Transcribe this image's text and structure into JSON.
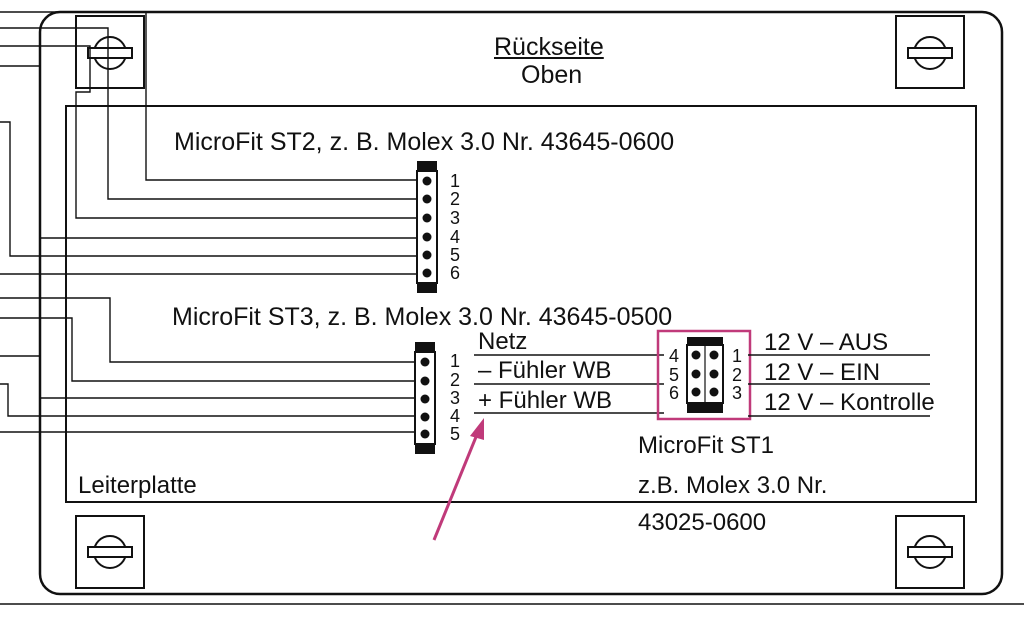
{
  "header": {
    "title": "Rückseite",
    "subtitle": "Oben"
  },
  "board_label": "Leiterplatte",
  "st2": {
    "label": "MicroFit ST2, z. B. Molex 3.0 Nr. 43645-0600",
    "pins": [
      "1",
      "2",
      "3",
      "4",
      "5",
      "6"
    ]
  },
  "st3": {
    "label": "MicroFit ST3, z. B. Molex 3.0 Nr. 43645-0500",
    "pins": [
      "1",
      "2",
      "3",
      "4",
      "5"
    ],
    "signals": [
      "Netz",
      "– Fühler WB",
      "+ Fühler WB"
    ]
  },
  "st1": {
    "name": "MicroFit ST1",
    "line2": "z.B. Molex 3.0 Nr.",
    "line3": "43025-0600",
    "pins_left": [
      "4",
      "5",
      "6"
    ],
    "pins_right": [
      "1",
      "2",
      "3"
    ],
    "outputs": [
      "12 V – AUS",
      "12 V – EIN",
      "12 V – Kontrolle"
    ]
  },
  "colors": {
    "highlight": "#c03a7a",
    "line": "#111111",
    "background": "#ffffff"
  },
  "icons": [
    "mounting-screw-icon"
  ]
}
